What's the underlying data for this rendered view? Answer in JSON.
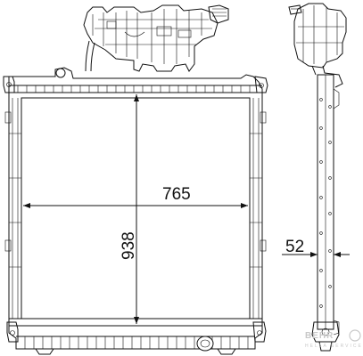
{
  "drawing": {
    "dimensions": {
      "width_label": "765",
      "height_label": "938",
      "depth_label": "52"
    },
    "logo": {
      "brand": "BEHR",
      "sub": "HELLA SERVICE"
    }
  }
}
